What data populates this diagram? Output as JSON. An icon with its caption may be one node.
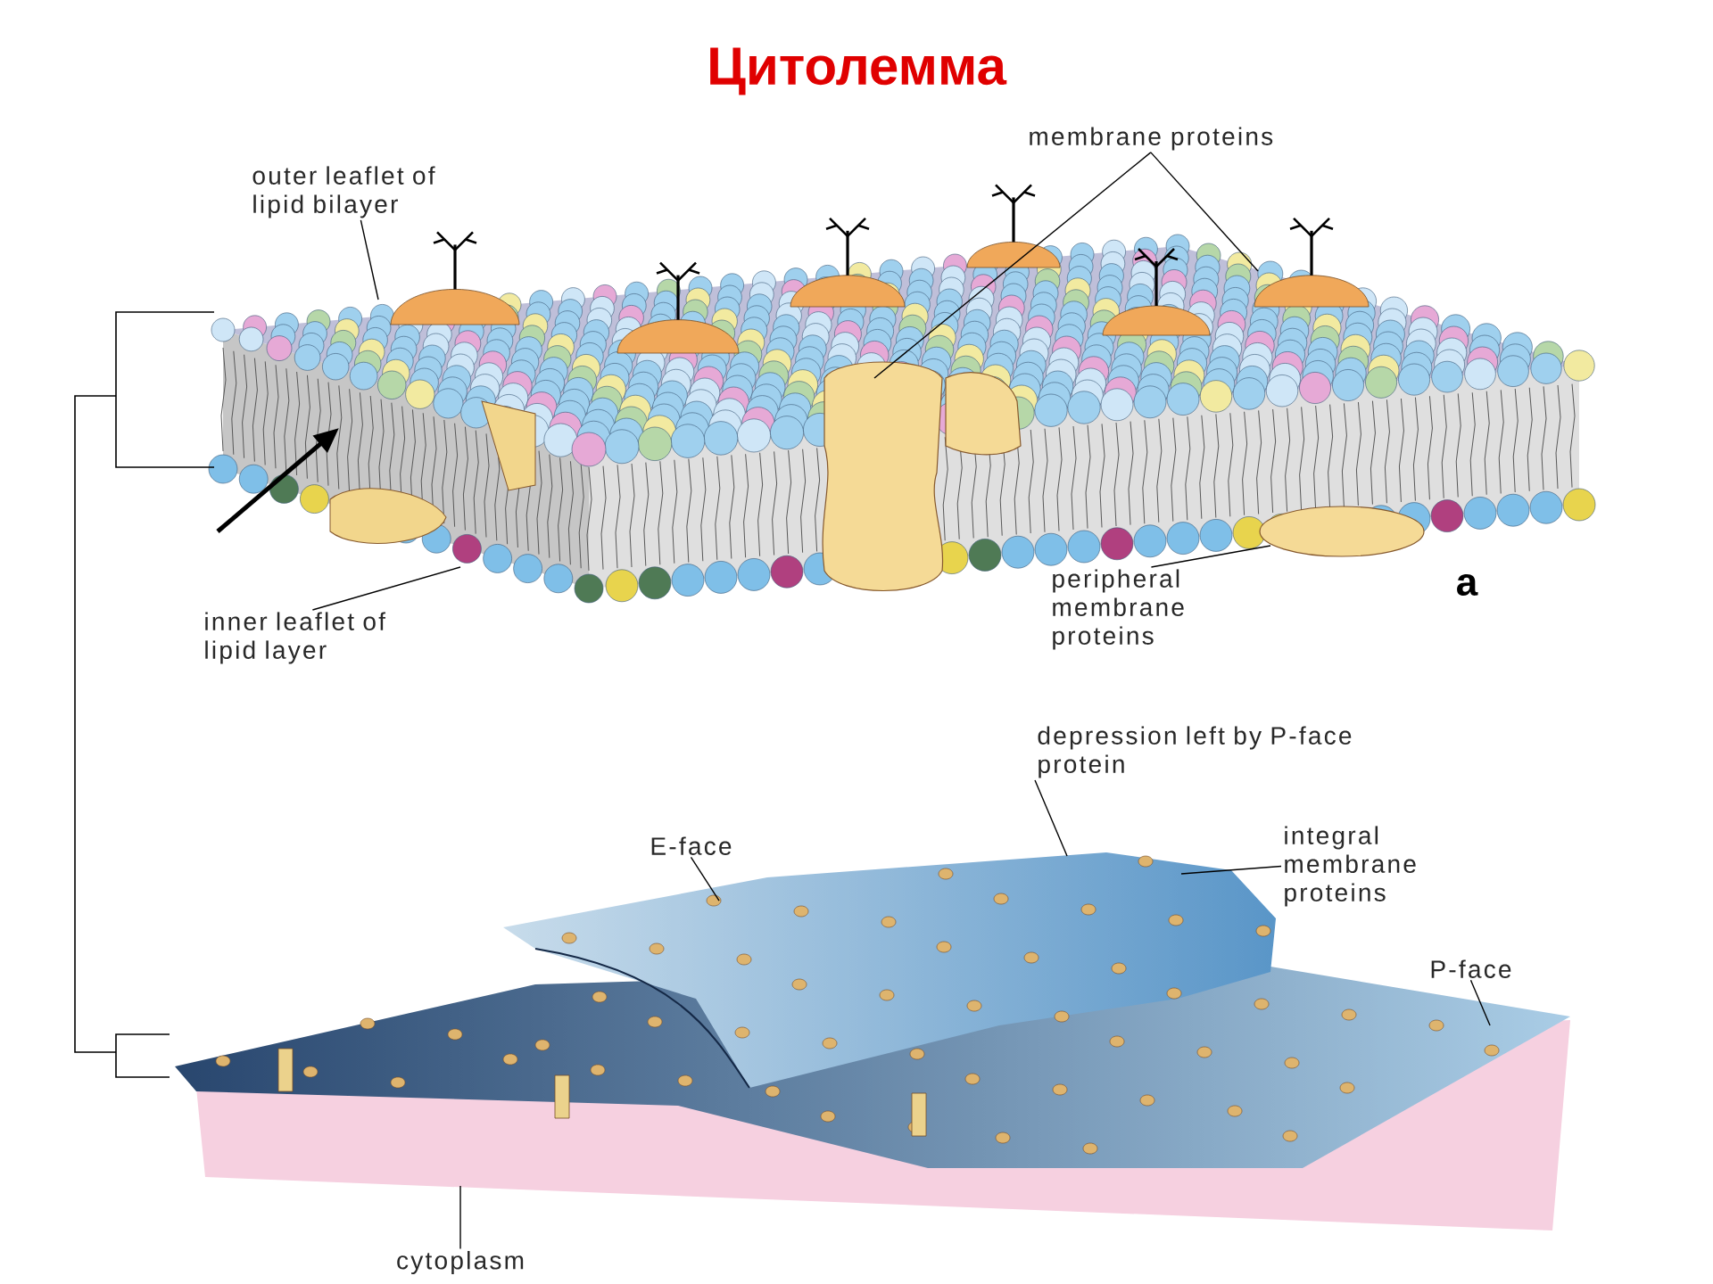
{
  "diagram": {
    "title": "Цитолемма",
    "nodes": [
      {
        "text": [
          "outer leaflet of lipid bilayer"
        ]
      },
      {
        "text": [
          "membrane proteins"
        ]
      },
      {
        "text": [
          "inner leaflet of lipid layer"
        ]
      },
      {
        "text": [
          "peripheral membrane proteins"
        ]
      },
      {
        "text": [
          "depression left by P-face protein"
        ]
      },
      {
        "text": [
          "E-face"
        ]
      },
      {
        "text": [
          "integral membrane proteins"
        ]
      },
      {
        "text": [
          "P-face"
        ]
      },
      {
        "text": [
          "cytoplasm"
        ]
      }
    ],
    "edges": [
      {
        "from": 0,
        "to": null,
        "arrow": "none"
      },
      {
        "from": 1,
        "to": null,
        "arrow": "none"
      },
      {
        "from": 1,
        "to": null,
        "arrow": "none"
      },
      {
        "from": 2,
        "to": null,
        "arrow": "none"
      },
      {
        "from": 3,
        "to": null,
        "arrow": "none"
      },
      {
        "from": 4,
        "to": null,
        "arrow": "none"
      },
      {
        "from": 5,
        "to": null,
        "arrow": "none"
      },
      {
        "from": 6,
        "to": null,
        "arrow": "none"
      },
      {
        "from": 7,
        "to": null,
        "arrow": "none"
      },
      {
        "from": 8,
        "to": null,
        "arrow": "none"
      }
    ],
    "labels": [
      "a"
    ]
  }
}
